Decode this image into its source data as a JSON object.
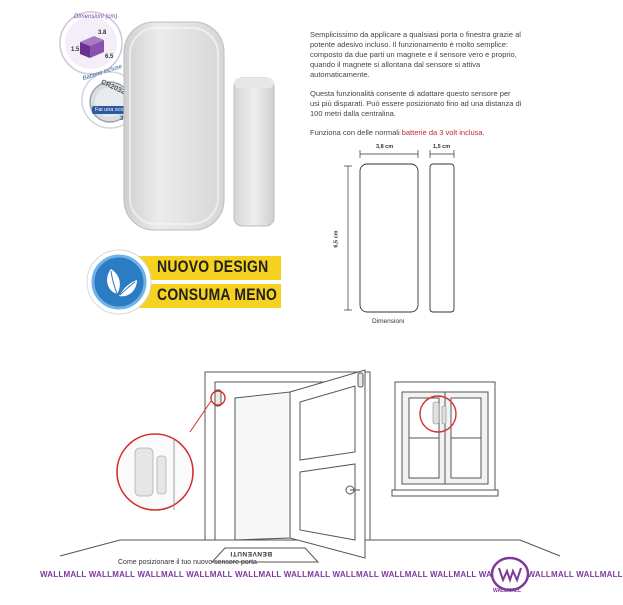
{
  "badges": {
    "dimensions_title": "Dimensioni (cm)",
    "dim_w": "3.8",
    "dim_h": "1.5",
    "dim_l": "6.5",
    "battery_title": "Batterie incluse",
    "battery_model": "CR2032",
    "battery_voltage": "3V",
    "spare_note": "Fai una scorta!"
  },
  "description": {
    "paragraph1": "Semplicissimo da applicare a qualsiasi porta o finestra grazie al potente adesivo incluso. Il funzionamento è molto semplice: composto da due parti un magnete e il sensore vero e proprio, quando il magnete si allontana dal sensore si attiva automaticamente.",
    "paragraph2": "Questa funzionalità consente di adattare questo sensore per usi più disparati. Può essere posizionato fino ad una distanza di 100 metri dalla centralina.",
    "paragraph3_prefix": "Funziona con delle normali ",
    "paragraph3_highlight": "batterie da 3 volt inclusa."
  },
  "dimensions": {
    "width_label": "3,8 cm",
    "depth_label": "1,5 cm",
    "height_label": "6,5 cm",
    "caption": "Dimensioni"
  },
  "banner": {
    "line1": "NUOVO DESIGN",
    "line2": "CONSUMA MENO"
  },
  "scene": {
    "mat_text": "BENVENUTI",
    "caption": "Come posizionare il tuo nuovo sensore porta"
  },
  "brand": {
    "strip_text": "WALLMALL WALLMALL WALLMALL WALLMALL WALLMALL WALLMALL WALLMALL WALLMALL WALLMALL WALLMALL WALLMALL WALLMALL",
    "logo_text": "WALLMALL"
  },
  "colors": {
    "brand_purple": "#7d3a98",
    "banner_yellow": "#f4d21f",
    "banner_blue": "#2c7cc4",
    "highlight_red": "#c62828"
  }
}
